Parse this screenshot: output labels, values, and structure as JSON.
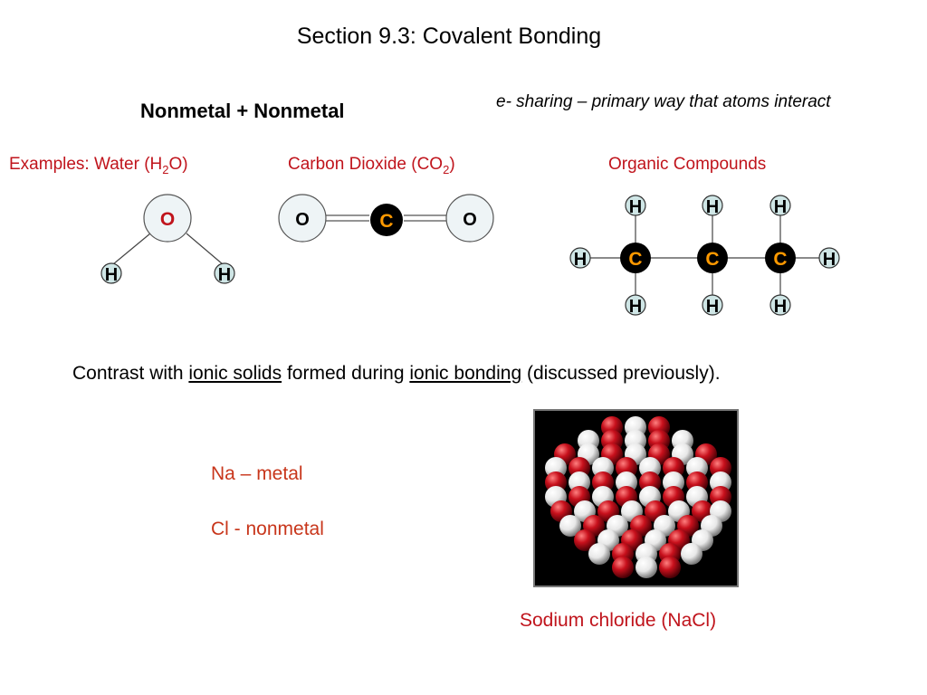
{
  "title": "Section 9.3:  Covalent Bonding",
  "subtitle": "Nonmetal + Nonmetal",
  "sharing_note": "e- sharing – primary way that atoms interact",
  "examples": {
    "water_pre": "Examples:  Water (H",
    "water_sub": "2",
    "water_post": "O)",
    "co2_pre": "Carbon Dioxide (CO",
    "co2_sub": "2",
    "co2_post": ")",
    "organic": "Organic Compounds"
  },
  "water_molecule": {
    "o": "O",
    "h1": "H",
    "h2": "H"
  },
  "co2_molecule": {
    "o1": "O",
    "c": "C",
    "o2": "O"
  },
  "organic_molecule": {
    "carbons": [
      "C",
      "C",
      "C"
    ],
    "hydrogen_label": "H"
  },
  "contrast": {
    "part1": "Contrast with ",
    "link1": "ionic solids",
    "part2": " formed during ",
    "link2": "ionic bonding",
    "part3": " (discussed previously)."
  },
  "na_line": "Na – metal",
  "cl_line": "Cl - nonmetal",
  "nacl_caption": "Sodium chloride (NaCl)",
  "colors": {
    "label_red": "#c0141c",
    "text_orange": "#c8361b",
    "carbon_fill": "#000000",
    "carbon_text": "#ff9900",
    "hydrogen_fill": "#cfe6e6",
    "oxygen_fill": "#eef4f6",
    "crystal_red": "#c8101c",
    "crystal_white": "#e8e8e8"
  }
}
